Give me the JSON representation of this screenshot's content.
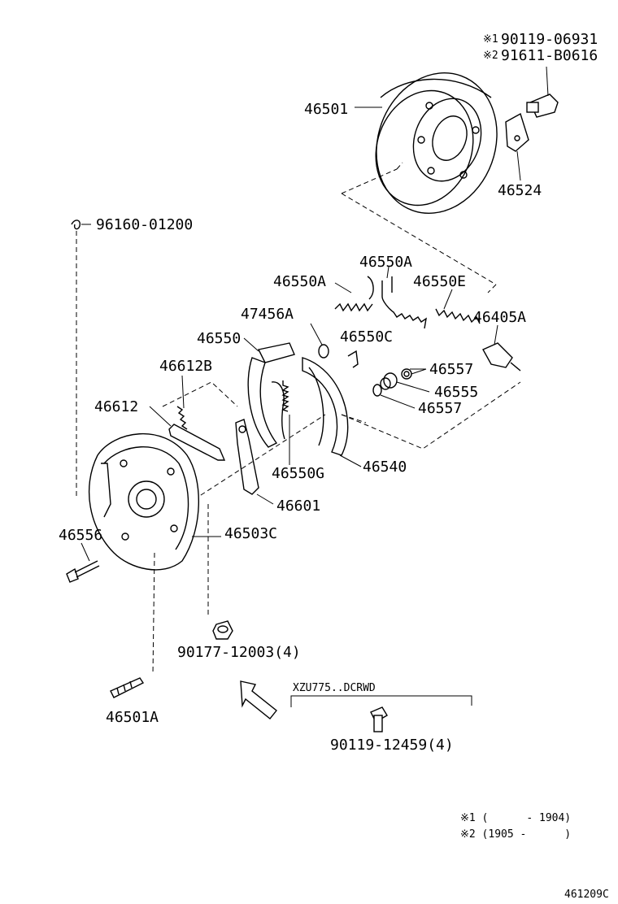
{
  "parts": {
    "p46501": "46501",
    "p46524": "46524",
    "note1_mark": "※1",
    "note1_part": "90119-06931",
    "note2_mark": "※2",
    "note2_part": "91611-B0616",
    "p96160": "96160-01200",
    "p46550A_top": "46550A",
    "p46550A_left": "46550A",
    "p46550E": "46550E",
    "p47456A": "47456A",
    "p46405A": "46405A",
    "p46550": "46550",
    "p46550C": "46550C",
    "p46612B": "46612B",
    "p46557_a": "46557",
    "p46555": "46555",
    "p46557_b": "46557",
    "p46612": "46612",
    "p46540": "46540",
    "p46550G": "46550G",
    "p46601": "46601",
    "p46556": "46556",
    "p46503C": "46503C",
    "p90177": "90177-12003(4)",
    "p46501A": "46501A",
    "p90119_12459": "90119-12459(4)"
  },
  "variant_label": "XZU775..DCRWD",
  "footnotes": {
    "fn1": "※1 (      - 1904)",
    "fn2": "※2 (1905 -      )"
  },
  "figure_id": "461209C"
}
